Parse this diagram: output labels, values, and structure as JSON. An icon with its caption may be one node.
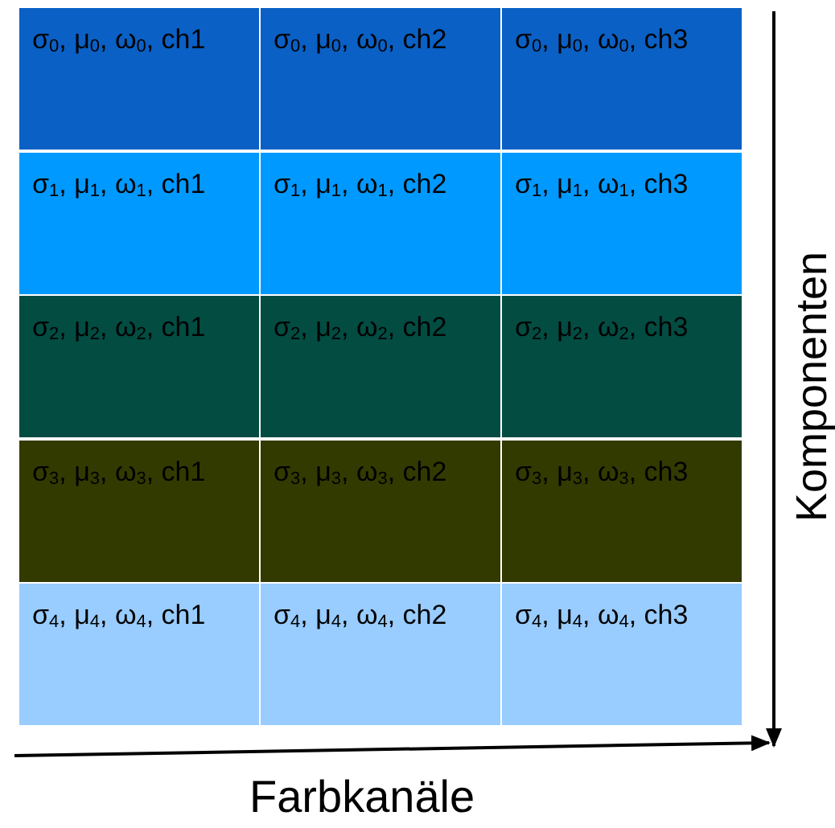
{
  "diagram": {
    "nodes": [
      {
        "text": [
          "σ$_{0}$, μ$_{0}$, ω$_{0}$, ch1"
        ]
      },
      {
        "text": [
          "σ$_{0}$, μ$_{0}$, ω$_{0}$, ch2"
        ]
      },
      {
        "text": [
          "σ$_{0}$, μ$_{0}$, ω$_{0}$, ch3"
        ]
      },
      {
        "text": [
          "σ$_{1}$, μ$_{1}$, ω$_{1}$, ch1"
        ]
      },
      {
        "text": [
          "σ$_{1}$, μ$_{1}$, ω$_{1}$, ch2"
        ]
      },
      {
        "text": [
          "σ$_{1}$, μ$_{1}$, ω$_{1}$, ch3"
        ]
      },
      {
        "text": [
          "σ$_{2}$, μ$_{2}$, ω$_{2}$, ch1"
        ]
      },
      {
        "text": [
          "σ$_{2}$, μ$_{2}$, ω$_{2}$, ch2"
        ]
      },
      {
        "text": [
          "σ$_{2}$, μ$_{2}$, ω$_{2}$, ch3"
        ]
      },
      {
        "text": [
          "σ$_{3}$, μ$_{3}$, ω$_{3}$, ch1"
        ]
      },
      {
        "text": [
          "σ$_{3}$, μ$_{3}$, ω$_{3}$, ch2"
        ]
      },
      {
        "text": [
          "σ$_{3}$, μ$_{3}$, ω$_{3}$, ch3"
        ]
      },
      {
        "text": [
          "σ$_{4}$, μ$_{4}$, ω$_{4}$, ch1"
        ]
      },
      {
        "text": [
          "σ$_{4}$, μ$_{4}$, ω$_{4}$, ch2"
        ]
      },
      {
        "text": [
          "σ$_{4}$, μ$_{4}$, ω$_{4}$, ch3"
        ]
      }
    ],
    "labels": [
      "Komponenten",
      "Farbkanäle"
    ]
  }
}
